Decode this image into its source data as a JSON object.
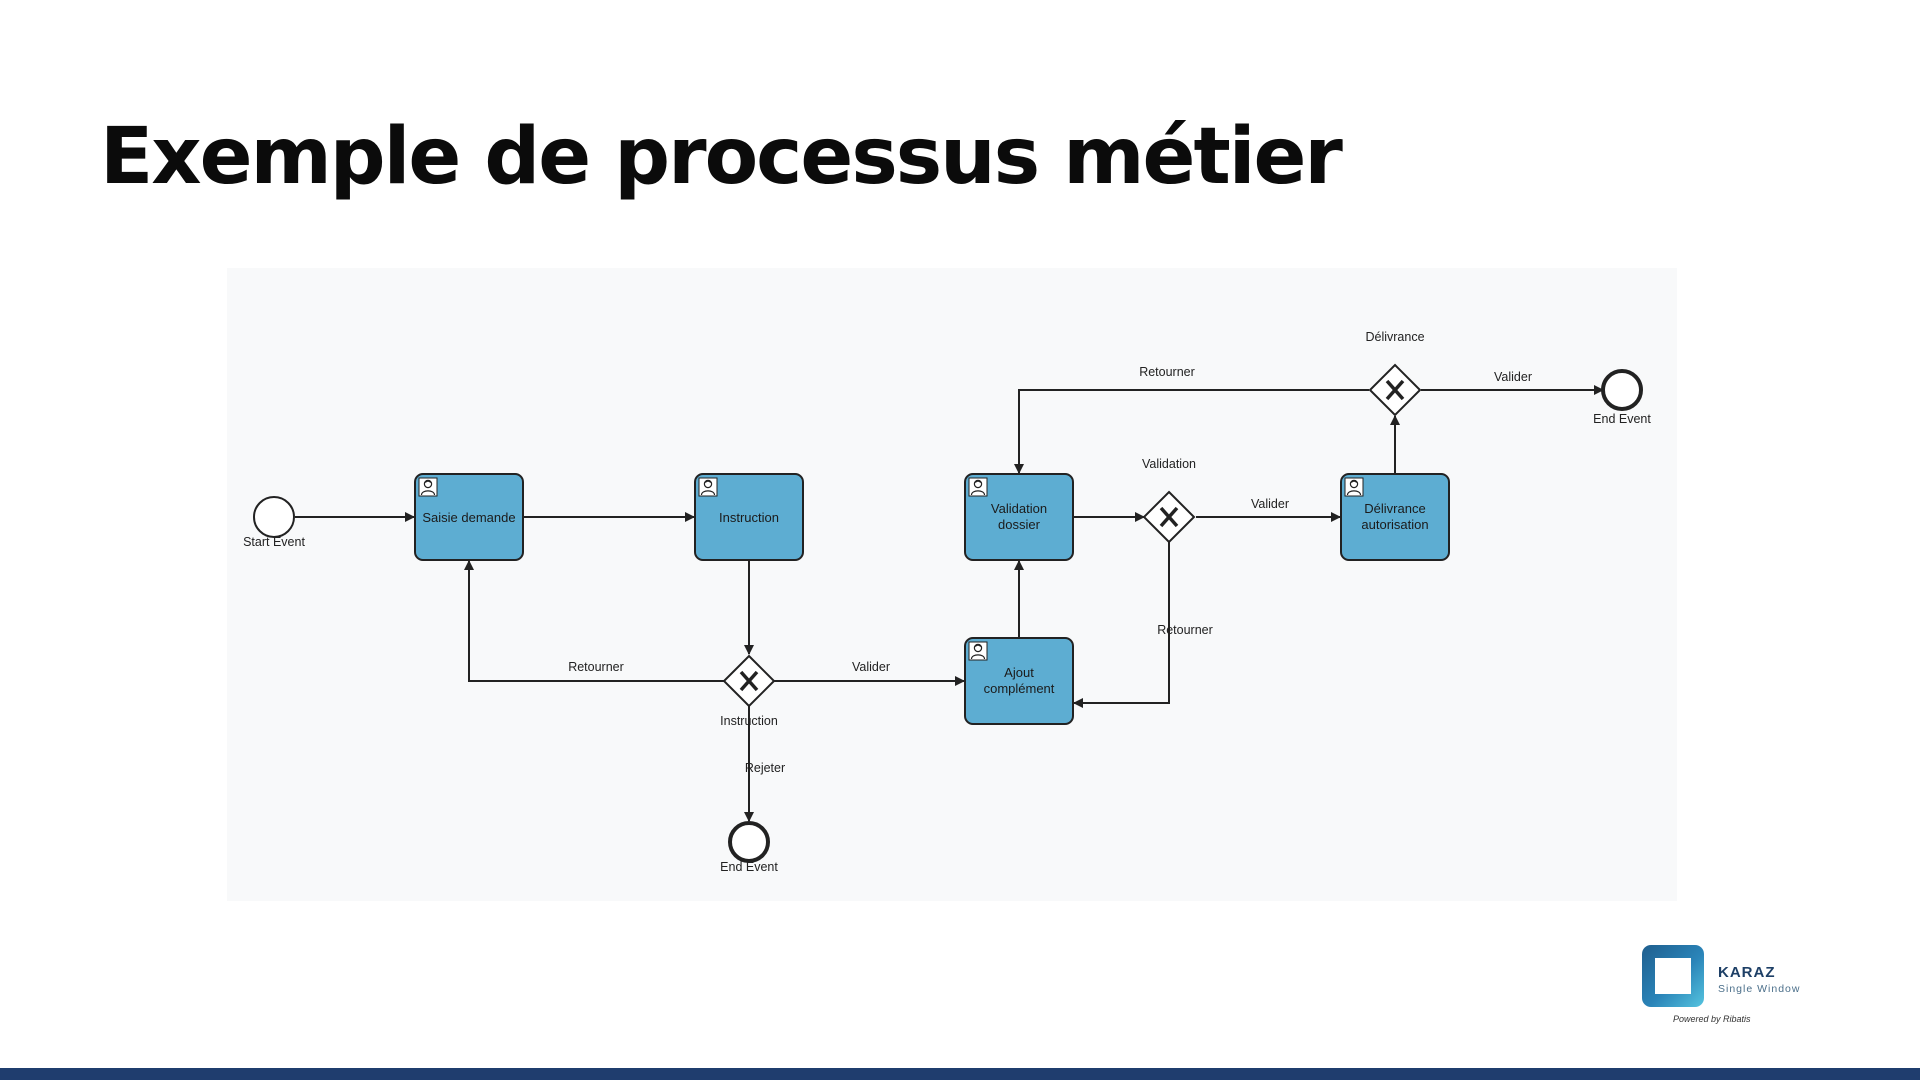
{
  "title": "Exemple de processus métier",
  "diagram": {
    "events": {
      "start": "Start Event",
      "end_reject": "End Event",
      "end_final": "End Event"
    },
    "tasks": {
      "saisie": [
        "Saisie demande"
      ],
      "instruction": [
        "Instruction"
      ],
      "validation": [
        "Validation",
        "dossier"
      ],
      "ajout": [
        "Ajout",
        "complément"
      ],
      "delivrance": [
        "Délivrance",
        "autorisation"
      ]
    },
    "gateways": {
      "instruction": "Instruction",
      "validation": "Validation",
      "delivrance": "Délivrance"
    },
    "flows": {
      "instr_retourner": "Retourner",
      "instr_valider": "Valider",
      "instr_rejeter": "Rejeter",
      "valid_valider": "Valider",
      "valid_retourner": "Retourner",
      "deliv_retourner": "Retourner",
      "deliv_valider": "Valider"
    },
    "colors": {
      "task_fill": "#5dadd2",
      "stroke": "#222222",
      "canvas": "#f8f9fa"
    }
  },
  "logo": {
    "name": "KARAZ",
    "subtitle": "Single Window",
    "powered": "Powered by Ribatis"
  }
}
